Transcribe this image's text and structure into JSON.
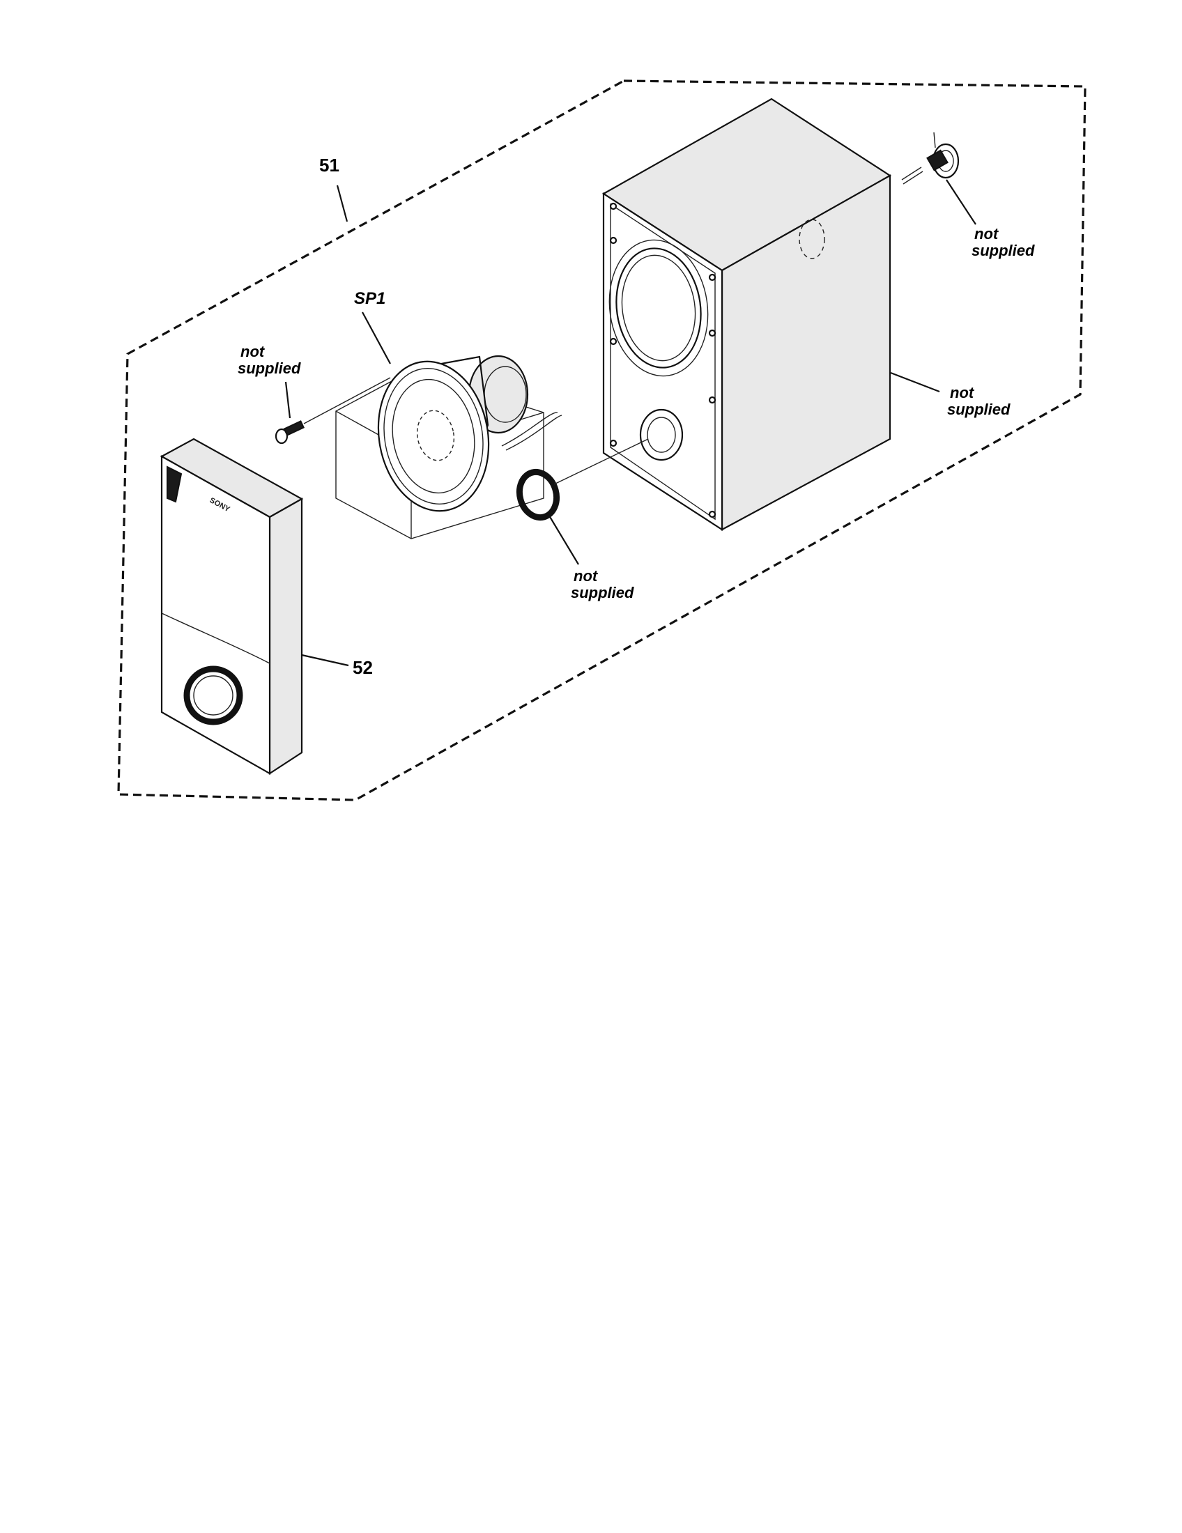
{
  "callouts": {
    "assembly": "51",
    "grille": "52",
    "driver": "SP1"
  },
  "notes": {
    "terminal": [
      "not",
      "supplied"
    ],
    "screw": [
      "not",
      "supplied"
    ],
    "cabinet": [
      "not",
      "supplied"
    ],
    "port_ring": [
      "not",
      "supplied"
    ]
  },
  "grille_brand": "SONY"
}
